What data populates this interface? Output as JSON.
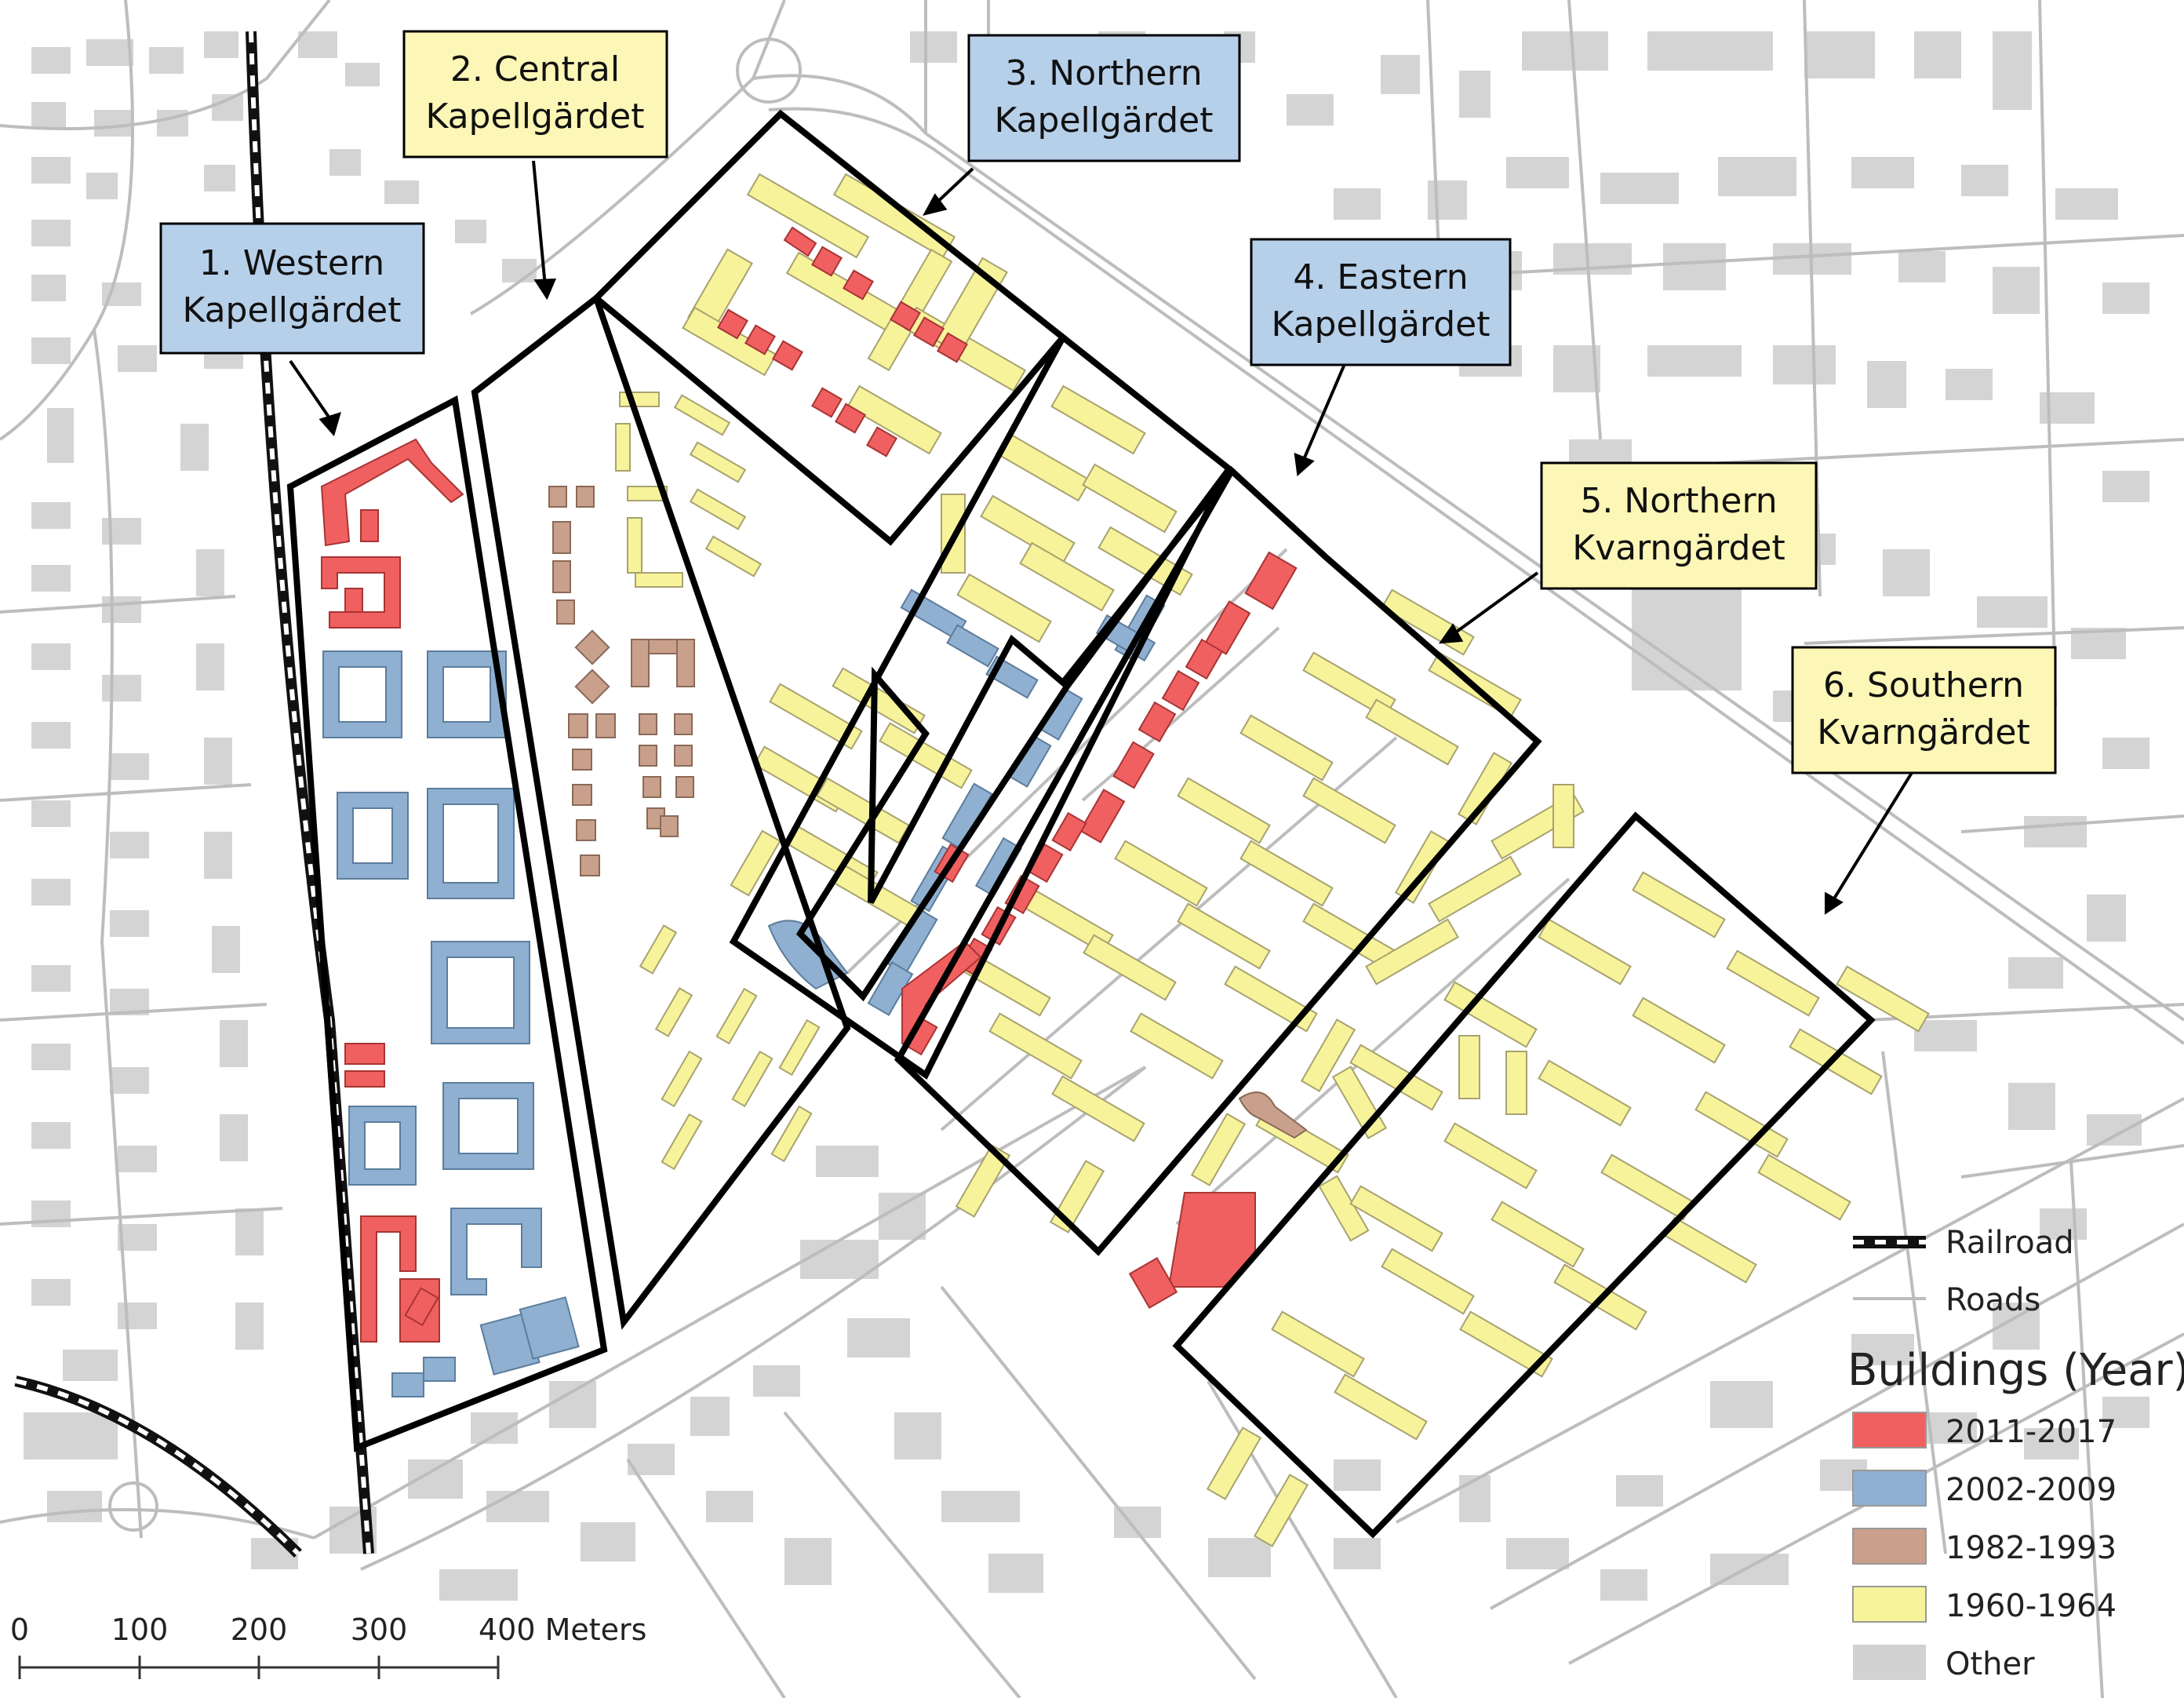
{
  "districts": [
    {
      "id": "1",
      "label_line1": "1. Western",
      "label_line2": "Kapellgärdet",
      "color": "#b7d0ea"
    },
    {
      "id": "2",
      "label_line1": "2. Central",
      "label_line2": "Kapellgärdet",
      "color": "#fcf7b6"
    },
    {
      "id": "3",
      "label_line1": "3. Northern",
      "label_line2": "Kapellgärdet",
      "color": "#b7d0ea"
    },
    {
      "id": "4",
      "label_line1": "4. Eastern",
      "label_line2": "Kapellgärdet",
      "color": "#b7d0ea"
    },
    {
      "id": "5",
      "label_line1": "5. Northern",
      "label_line2": "Kvarngärdet",
      "color": "#fcf7b6"
    },
    {
      "id": "6",
      "label_line1": "6. Southern",
      "label_line2": "Kvarngärdet",
      "color": "#fcf7b6"
    }
  ],
  "legend": {
    "railroad": "Railroad",
    "roads": "Roads",
    "title": "Buildings (Year)",
    "classes": [
      {
        "label": "2011-2017",
        "color": "#f06060"
      },
      {
        "label": "2002-2009",
        "color": "#8fb0d0"
      },
      {
        "label": "1982-1993",
        "color": "#c8a08c"
      },
      {
        "label": "1960-1964",
        "color": "#f7f39a"
      },
      {
        "label": "Other",
        "color": "#d2d2d2"
      }
    ]
  },
  "scale": {
    "ticks": [
      "0",
      "100",
      "200",
      "300",
      "400 Meters"
    ]
  }
}
